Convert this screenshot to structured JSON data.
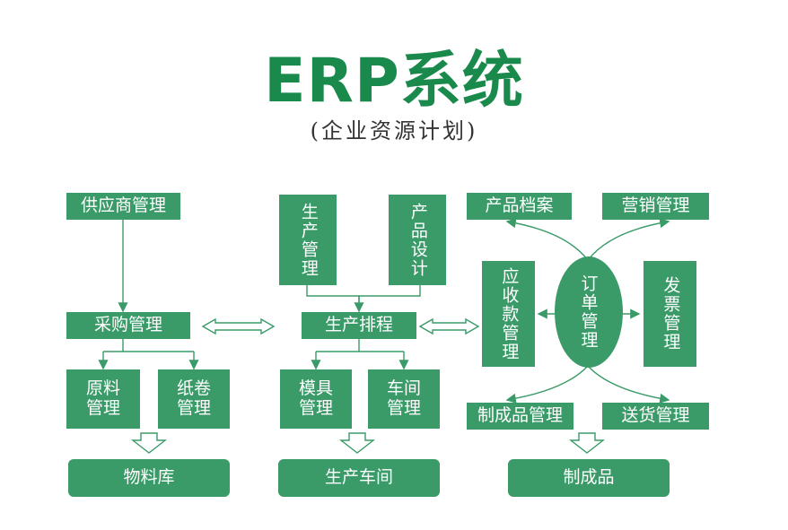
{
  "header": {
    "title": "ERP系统",
    "subtitle": "(企业资源计划)"
  },
  "left": {
    "supplier": "供应商管理",
    "purchase": "采购管理",
    "raw": "原料\n管理",
    "paper": "纸卷\n管理",
    "warehouse": "物料库"
  },
  "middle": {
    "prod_mgmt": "生产管理",
    "design": "产品设计",
    "schedule": "生产排程",
    "mold": "模具\n管理",
    "workshop_mgmt": "车间\n管理",
    "workshop": "生产车间"
  },
  "right": {
    "archive": "产品档案",
    "marketing": "营销管理",
    "receivable": "应收款管理",
    "order": "订单管理",
    "invoice": "发票管理",
    "finished_mgmt": "制成品管理",
    "delivery": "送货管理",
    "finished": "制成品"
  },
  "colors": {
    "box": "#3a9b69",
    "title": "#1a8a4c",
    "line": "#3a9b69"
  }
}
